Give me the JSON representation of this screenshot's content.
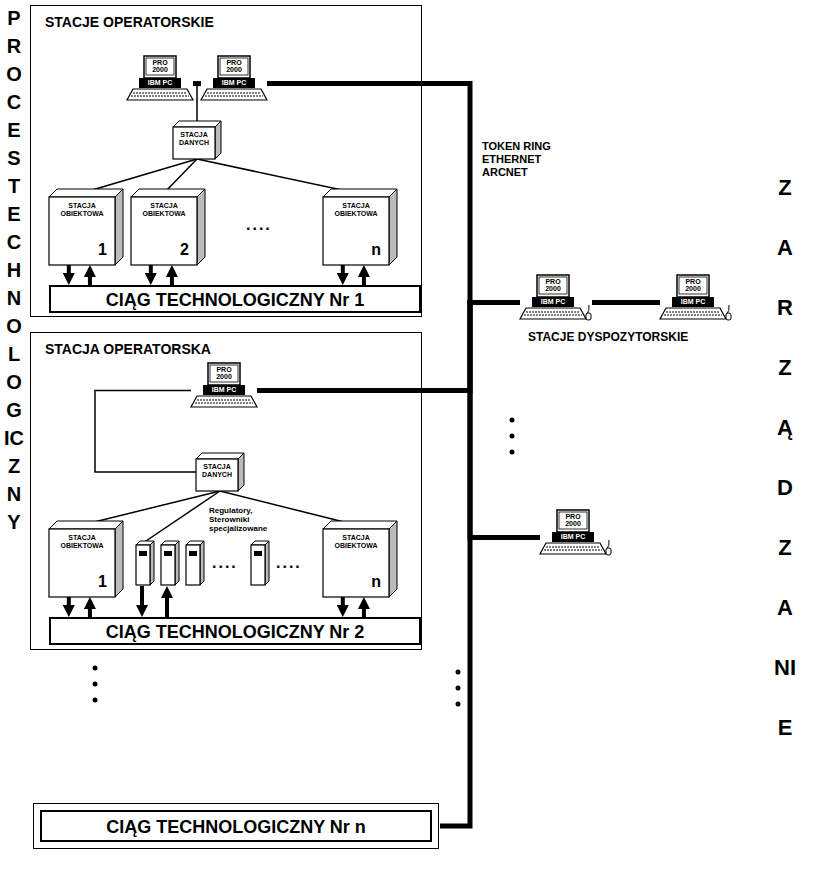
{
  "diagram": {
    "nodes": [
      {
        "text": [
          "STACJE OPERATORSKIE"
        ]
      },
      {
        "text": [
          "PRO 2000",
          "IBM PC"
        ],
        "in": 0
      },
      {
        "text": [
          "PRO 2000",
          "IBM PC"
        ],
        "in": 0
      },
      {
        "text": [
          "STACJA DANYCH"
        ],
        "in": 0
      },
      {
        "text": [
          "STACJA OBIEKTOWA",
          "1"
        ],
        "in": 0
      },
      {
        "text": [
          "STACJA OBIEKTOWA",
          "2"
        ],
        "in": 0
      },
      {
        "text": [
          "STACJA OBIEKTOWA",
          "n"
        ],
        "in": 0
      },
      {
        "text": [
          "CIĄG TECHNOLOGICZNY Nr 1"
        ],
        "in": 0
      },
      {
        "text": [
          "PRO 2000",
          "IBM PC"
        ]
      },
      {
        "text": [
          "PRO 2000",
          "IBM PC"
        ]
      },
      {
        "text": [
          "STACJA OPERATORSKA"
        ]
      },
      {
        "text": [
          "PRO 2000",
          "IBM PC"
        ],
        "in": 10
      },
      {
        "text": [
          "STACJA DANYCH"
        ],
        "in": 10
      },
      {
        "text": [
          "STACJA OBIEKTOWA",
          "1"
        ],
        "in": 10
      },
      {
        "text": [
          "Regulatory, Sterowniki specjalizowane"
        ],
        "in": 10
      },
      {
        "text": [
          "STACJA OBIEKTOWA",
          "n"
        ],
        "in": 10
      },
      {
        "text": [
          "CIĄG TECHNOLOGICZNY Nr 2"
        ],
        "in": 10
      },
      {
        "text": [
          "PRO 2000",
          "IBM PC"
        ]
      },
      {
        "text": [
          "CIĄG TECHNOLOGICZNY Nr n"
        ]
      }
    ],
    "edges": [
      {
        "from": 1,
        "to": 2,
        "arrow": "none"
      },
      {
        "from": 3,
        "to": 1,
        "arrow": "none"
      },
      {
        "from": 3,
        "to": 4,
        "arrow": "none"
      },
      {
        "from": 3,
        "to": 5,
        "arrow": "none"
      },
      {
        "from": 3,
        "to": 6,
        "arrow": "none"
      },
      {
        "from": 4,
        "to": 7,
        "arrow": "to"
      },
      {
        "from": 7,
        "to": 4,
        "arrow": "to"
      },
      {
        "from": 5,
        "to": 7,
        "arrow": "to"
      },
      {
        "from": 7,
        "to": 5,
        "arrow": "to"
      },
      {
        "from": 6,
        "to": 7,
        "arrow": "to"
      },
      {
        "from": 7,
        "to": 6,
        "arrow": "to"
      },
      {
        "from": 11,
        "to": 12,
        "arrow": "none"
      },
      {
        "from": 12,
        "to": 13,
        "arrow": "none"
      },
      {
        "from": 12,
        "to": 14,
        "arrow": "none"
      },
      {
        "from": 12,
        "to": 15,
        "arrow": "none"
      },
      {
        "from": 13,
        "to": 16,
        "arrow": "to"
      },
      {
        "from": 16,
        "to": 13,
        "arrow": "to"
      },
      {
        "from": 14,
        "to": 16,
        "arrow": "to"
      },
      {
        "from": 16,
        "to": 14,
        "arrow": "to"
      },
      {
        "from": 15,
        "to": 16,
        "arrow": "to"
      },
      {
        "from": 16,
        "to": 15,
        "arrow": "to"
      },
      {
        "from": 2,
        "to": 8,
        "arrow": "none"
      },
      {
        "from": 8,
        "to": 9,
        "arrow": "none"
      },
      {
        "from": 11,
        "to": 8,
        "arrow": "none"
      },
      {
        "from": 17,
        "to": 8,
        "arrow": "none"
      },
      {
        "from": 18,
        "to": 8,
        "arrow": "none"
      }
    ],
    "labels": [
      "PROCES TECHNOLOGICZNY",
      "ZARZĄDZANIE",
      "TOKEN RING ETHERNET ARCNET",
      "STACJE DYSPOZYTORSKIE",
      "....",
      "....",
      "...."
    ]
  }
}
